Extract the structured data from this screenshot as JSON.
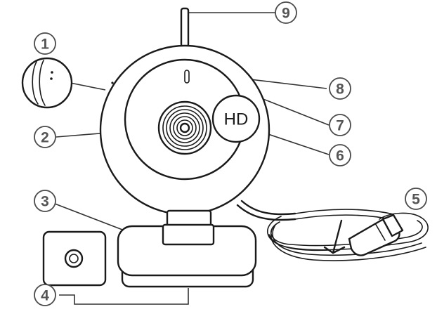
{
  "diagram": {
    "hd_badge_text": "HD",
    "callouts": [
      {
        "number": "1"
      },
      {
        "number": "2"
      },
      {
        "number": "3"
      },
      {
        "number": "4"
      },
      {
        "number": "5"
      },
      {
        "number": "6"
      },
      {
        "number": "7"
      },
      {
        "number": "8"
      },
      {
        "number": "9"
      }
    ]
  }
}
